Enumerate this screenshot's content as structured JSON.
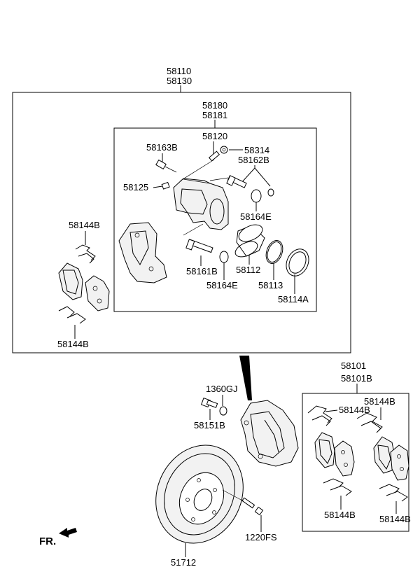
{
  "labels": {
    "assy_outer_1": "58110",
    "assy_outer_2": "58130",
    "caliper_assy_1": "58180",
    "caliper_assy_2": "58181",
    "p58120": "58120",
    "p58163B": "58163B",
    "p58314": "58314",
    "p58162B": "58162B",
    "p58125": "58125",
    "p58164E_top": "58164E",
    "p58144B_left_top": "58144B",
    "p58161B": "58161B",
    "p58112": "58112",
    "p58164E_bottom": "58164E",
    "p58113": "58113",
    "p58114A": "58114A",
    "p58144B_left_bottom": "58144B",
    "pad_kit_1": "58101",
    "pad_kit_2": "58101B",
    "p58144B_r1": "58144B",
    "p58144B_r2": "58144B",
    "p58144B_r3": "58144B",
    "p58144B_r4": "58144B",
    "p1360GJ": "1360GJ",
    "p58151B": "58151B",
    "p1220FS": "1220FS",
    "p51712": "51712",
    "front": "FR."
  },
  "icons": {
    "front_arrow": "front-direction-arrow-icon"
  }
}
